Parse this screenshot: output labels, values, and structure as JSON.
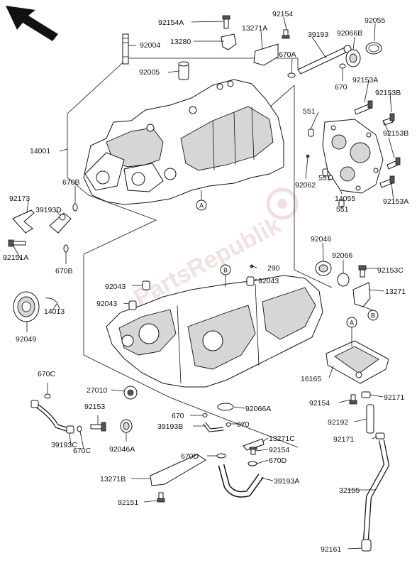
{
  "watermark": "PartsRepublik",
  "parts": [
    {
      "id": "p92154A",
      "text": "92154A"
    },
    {
      "id": "p92154",
      "text": "92154"
    },
    {
      "id": "p92055",
      "text": "92055"
    },
    {
      "id": "p13271A",
      "text": "13271A"
    },
    {
      "id": "p39193",
      "text": "39193"
    },
    {
      "id": "p92066B",
      "text": "92066B"
    },
    {
      "id": "p13280",
      "text": "13280"
    },
    {
      "id": "p92004",
      "text": "92004"
    },
    {
      "id": "p670A",
      "text": "670A"
    },
    {
      "id": "p92005",
      "text": "92005"
    },
    {
      "id": "p670",
      "text": "670"
    },
    {
      "id": "p92153A",
      "text": "92153A"
    },
    {
      "id": "p92153B",
      "text": "92153B"
    },
    {
      "id": "p551a",
      "text": "551"
    },
    {
      "id": "p92153B2",
      "text": "92153B"
    },
    {
      "id": "p14001",
      "text": "14001"
    },
    {
      "id": "p92062",
      "text": "92062"
    },
    {
      "id": "p551b",
      "text": "551"
    },
    {
      "id": "p92153A2",
      "text": "92153A"
    },
    {
      "id": "p14055",
      "text": "14055"
    },
    {
      "id": "p670B",
      "text": "670B"
    },
    {
      "id": "p92173",
      "text": "92173"
    },
    {
      "id": "p39193D",
      "text": "39193D"
    },
    {
      "id": "p551c",
      "text": "551"
    },
    {
      "id": "p670B2",
      "text": "670B"
    },
    {
      "id": "p92151A",
      "text": "92151A"
    },
    {
      "id": "p92046",
      "text": "92046"
    },
    {
      "id": "p92066",
      "text": "92066"
    },
    {
      "id": "p290",
      "text": "290"
    },
    {
      "id": "p92153C",
      "text": "92153C"
    },
    {
      "id": "p92043a",
      "text": "92043"
    },
    {
      "id": "p92043b",
      "text": "92043"
    },
    {
      "id": "p13271",
      "text": "13271"
    },
    {
      "id": "p92043c",
      "text": "92043"
    },
    {
      "id": "p14013",
      "text": "14013"
    },
    {
      "id": "p92049",
      "text": "92049"
    },
    {
      "id": "p16165",
      "text": "16165"
    },
    {
      "id": "p670C",
      "text": "670C"
    },
    {
      "id": "p27010",
      "text": "27010"
    },
    {
      "id": "p92171",
      "text": "92171"
    },
    {
      "id": "p92153",
      "text": "92153"
    },
    {
      "id": "p92066A",
      "text": "92066A"
    },
    {
      "id": "p92154b",
      "text": "92154"
    },
    {
      "id": "p670b",
      "text": "670"
    },
    {
      "id": "p92192",
      "text": "92192"
    },
    {
      "id": "p39193B",
      "text": "39193B"
    },
    {
      "id": "p670c",
      "text": "670"
    },
    {
      "id": "p39193C",
      "text": "39193C"
    },
    {
      "id": "p670C2",
      "text": "670C"
    },
    {
      "id": "p92046A",
      "text": "92046A"
    },
    {
      "id": "p13271C",
      "text": "13271C"
    },
    {
      "id": "p92171b",
      "text": "92171"
    },
    {
      "id": "p92154c",
      "text": "92154"
    },
    {
      "id": "p670D",
      "text": "670D"
    },
    {
      "id": "p670D2",
      "text": "670D"
    },
    {
      "id": "p13271B",
      "text": "13271B"
    },
    {
      "id": "p39193A",
      "text": "39193A"
    },
    {
      "id": "p32155",
      "text": "32155"
    },
    {
      "id": "p92151",
      "text": "92151"
    },
    {
      "id": "p92161",
      "text": "92161"
    }
  ],
  "callouts": {
    "a1": "A",
    "a2": "A",
    "b1": "B",
    "b2": "B"
  }
}
